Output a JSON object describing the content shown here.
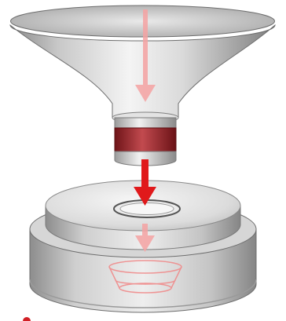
{
  "colors": {
    "background": "#ffffff",
    "metal_light": "#f2f2f2",
    "metal_mid": "#c9c9c9",
    "metal_dark": "#8f8f8f",
    "outline": "#6e6e6e",
    "band_red": "#b3363d",
    "band_dark": "#6e1418",
    "arrow_strong": "#e0191b",
    "arrow_light": "#f5a3a3",
    "ghost_funnel": "#f08b8b",
    "corner_dot": "#d11f25"
  },
  "components": [
    "funnel",
    "red-band",
    "stem",
    "base-plate",
    "orifice-ring",
    "ghost-funnel-shape"
  ],
  "arrows": [
    {
      "name": "arrow-into-funnel",
      "style": "light"
    },
    {
      "name": "arrow-out-of-stem",
      "style": "strong"
    },
    {
      "name": "arrow-into-base",
      "style": "light"
    }
  ]
}
